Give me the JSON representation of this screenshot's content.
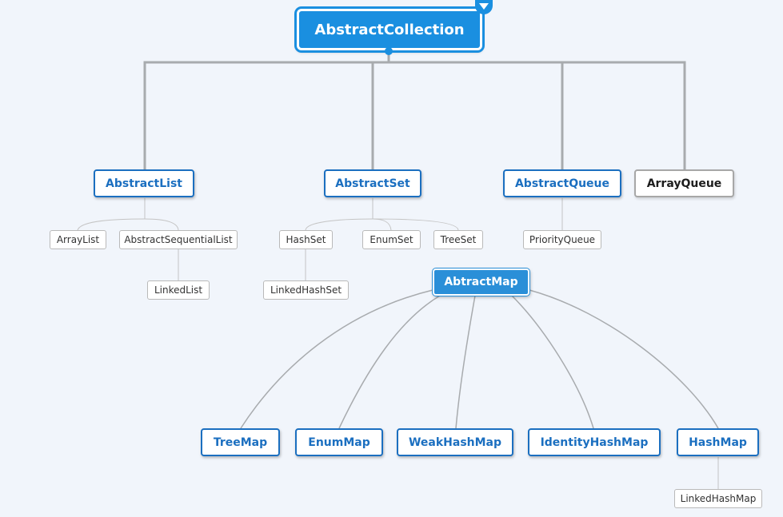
{
  "root": {
    "label": "AbstractCollection"
  },
  "branches": {
    "abstract_list": {
      "label": "AbstractList",
      "children": {
        "array_list": "ArrayList",
        "abstract_sequential_list": "AbstractSequentialList"
      },
      "grandchildren": {
        "linked_list": "LinkedList"
      }
    },
    "abstract_set": {
      "label": "AbstractSet",
      "children": {
        "hash_set": "HashSet",
        "enum_set": "EnumSet",
        "tree_set": "TreeSet"
      },
      "grandchildren": {
        "linked_hash_set": "LinkedHashSet"
      }
    },
    "abstract_queue": {
      "label": "AbstractQueue",
      "children": {
        "priority_queue": "PriorityQueue"
      }
    },
    "array_queue": {
      "label": "ArrayQueue"
    }
  },
  "map_topic": {
    "label": "AbtractMap",
    "children": {
      "tree_map": "TreeMap",
      "enum_map": "EnumMap",
      "weak_hash_map": "WeakHashMap",
      "identity_hash_map": "IdentityHashMap",
      "hash_map": "HashMap"
    },
    "grandchildren": {
      "linked_hash_map": "LinkedHashMap"
    }
  },
  "colors": {
    "accent": "#1a8fe0",
    "main_text": "#1b6fc0",
    "connector": "#a8abae",
    "leaf_connector": "#c4c4c4",
    "background": "#f1f5fb"
  }
}
